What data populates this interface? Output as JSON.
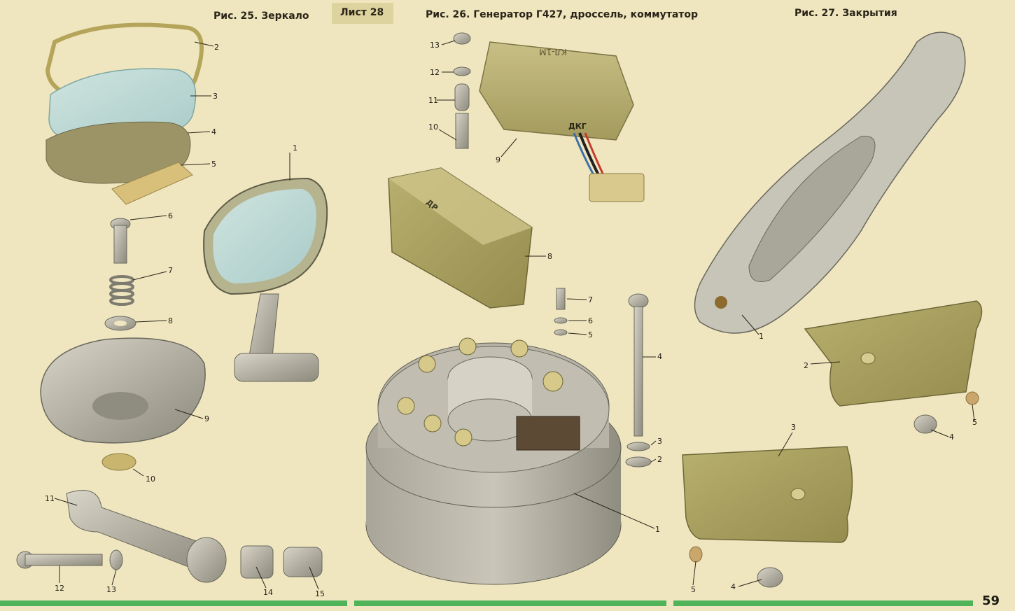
{
  "sheet": {
    "tag": "Лист 28",
    "page_number": "59",
    "footer_rule_color": "#4fb35a",
    "paper_color": "#efe6bf"
  },
  "figures": [
    {
      "title": "Рис. 25. Зеркало",
      "callouts": [
        "2",
        "3",
        "4",
        "5",
        "1",
        "6",
        "7",
        "8",
        "9",
        "10",
        "11",
        "12",
        "13",
        "14",
        "15"
      ]
    },
    {
      "title": "Рис. 26. Генератор Г427, дроссель, коммутатор",
      "callouts": [
        "13",
        "12",
        "11",
        "10",
        "9",
        "8",
        "7",
        "6",
        "5",
        "4",
        "3",
        "2",
        "1"
      ],
      "part_markings": [
        "ДКГ",
        "ДР"
      ]
    },
    {
      "title": "Рис. 27. Закрытия",
      "callouts": [
        "1",
        "2",
        "5",
        "4",
        "3",
        "5",
        "4"
      ]
    }
  ]
}
